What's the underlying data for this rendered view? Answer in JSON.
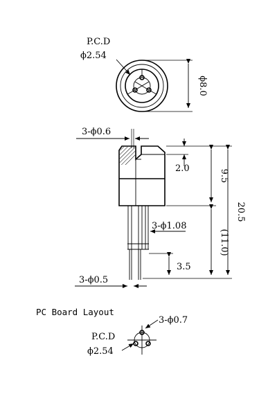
{
  "top_view": {
    "pcd_label": "P.C.D",
    "pcd_value": "ϕ2.54",
    "diameter": "ϕ8.0"
  },
  "side_view": {
    "pin_dia_top": "3-ϕ0.6",
    "dim_2_0": "2.0",
    "dim_9_5": "9.5",
    "dim_20_5": "20.5",
    "dim_11_0": "(11.0)",
    "pin_lead": "3-ϕ1.08",
    "dim_3_5": "3.5",
    "pin_dia_bottom": "3-ϕ0.5"
  },
  "pcb": {
    "title": "PC Board Layout",
    "hole_dia": "3-ϕ0.7",
    "pcd_label": "P.C.D",
    "pcd_value": "ϕ2.54"
  }
}
